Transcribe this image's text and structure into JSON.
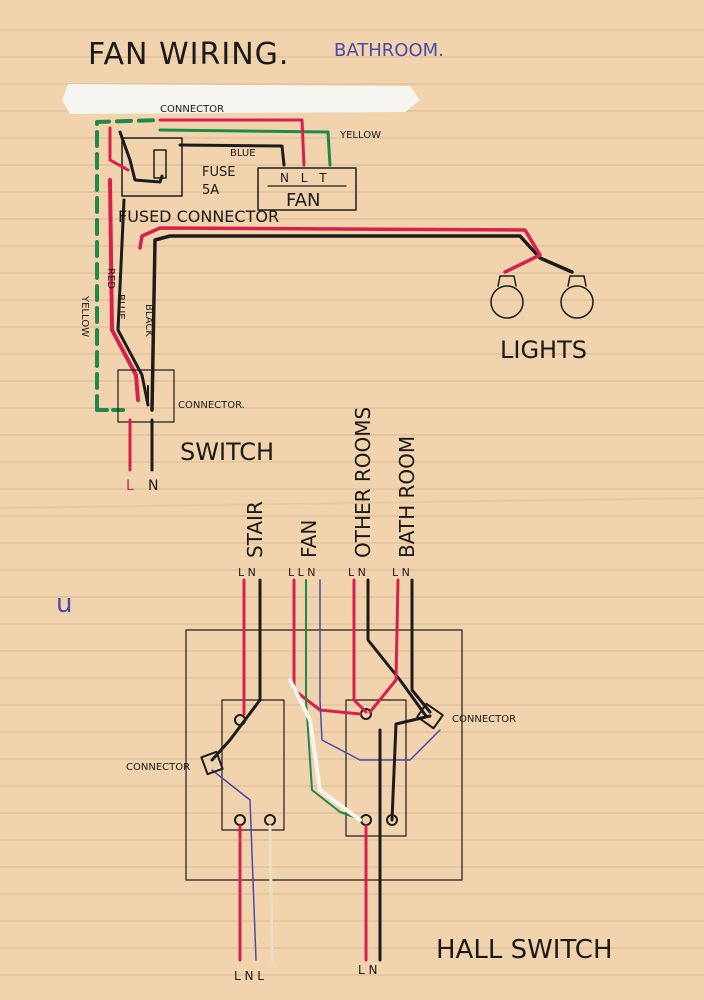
{
  "title": "FAN WIRING.",
  "subtitle": "BATHROOM.",
  "top_diagram": {
    "connector_top": "CONNECTOR",
    "yellow_label": "YELLOW",
    "blue_label": "BLUE",
    "fuse_label": "FUSE",
    "fuse_rating": "5A",
    "fused_connector": "FUSED CONNECTOR",
    "fan_terminals": "N L T",
    "fan_label": "FAN",
    "lights_label": "LIGHTS",
    "red_label": "RED",
    "yellow_side_label": "YELLOW",
    "blue_side_label": "BLUE",
    "black_label": "BLACK",
    "connector_switch": "CONNECTOR.",
    "switch_label": "SWITCH",
    "l_label": "L",
    "n_label": "N"
  },
  "bottom_diagram": {
    "circuits": [
      {
        "name": "STAIR",
        "terminals": "L N"
      },
      {
        "name": "FAN",
        "terminals": "L L N"
      },
      {
        "name": "OTHER ROOMS",
        "terminals": "L N"
      },
      {
        "name": "BATH ROOM",
        "terminals": "L N"
      }
    ],
    "connector_left": "CONNECTOR",
    "connector_right": "CONNECTOR",
    "scribble": "u",
    "bottom_left_terminals": "L N L",
    "bottom_right_terminals": "L N",
    "hall_switch": "HALL SWITCH"
  },
  "colors": {
    "paper": "#f1d4ae",
    "rule_line": "#d9b994",
    "red_wire": "#d8204d",
    "black_wire": "#1c1c1c",
    "green_wire": "#1f8a48",
    "blue_ink": "#4a4aa8"
  }
}
